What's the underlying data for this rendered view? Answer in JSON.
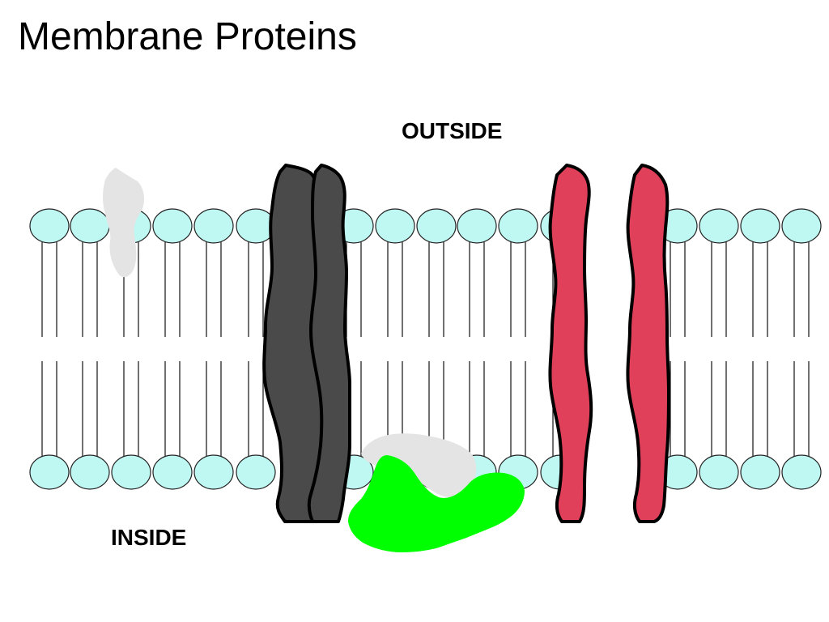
{
  "slide": {
    "title": "Membrane Proteins",
    "label_outside": "OUTSIDE",
    "label_inside": "INSIDE"
  },
  "colors": {
    "head_fill": "#bff7f2",
    "head_stroke": "#222222",
    "tail_stroke": "#111111",
    "protein_dark": "#4a4a4a",
    "protein_red": "#e0405a",
    "protein_green": "#00ff00",
    "protein_light_gray": "#e4e4e4",
    "outline": "#000000"
  }
}
